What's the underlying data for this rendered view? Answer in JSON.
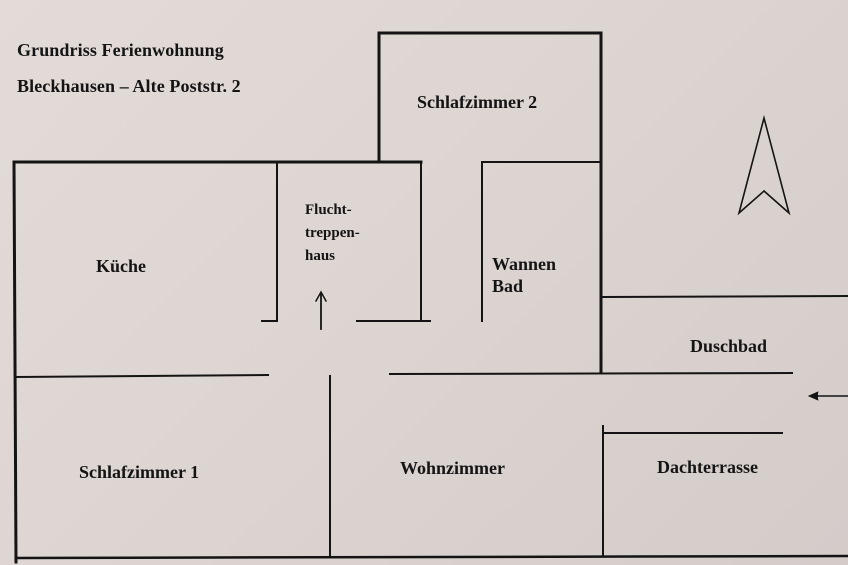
{
  "title": {
    "line1": "Grundriss Ferienwohnung",
    "line2": "Bleckhausen – Alte Poststr. 2"
  },
  "rooms": {
    "kueche": "Küche",
    "fluchttreppenhaus": [
      "Flucht-",
      "treppen-",
      "haus"
    ],
    "schlafzimmer2": "Schlafzimmer 2",
    "wannenbad": [
      "Wannen",
      "Bad"
    ],
    "duschbad": "Duschbad",
    "schlafzimmer1": "Schlafzimmer 1",
    "wohnzimmer": "Wohnzimmer",
    "dachterrasse": "Dachterrasse"
  },
  "symbols": {
    "north_arrow": "north-arrow-icon",
    "stair_arrow": "up-arrow-icon",
    "entrance_arrow": "left-arrow-icon"
  }
}
